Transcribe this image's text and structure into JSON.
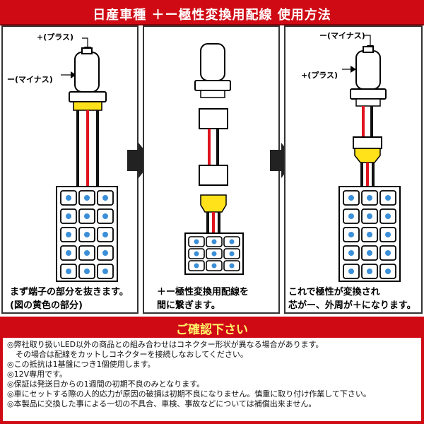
{
  "header": {
    "title": "日産車種 ＋ー極性変換用配線 使用方法",
    "bg_color": "#cf0a14"
  },
  "panels": {
    "p1": {
      "plus_label": "+(プラス)",
      "minus_label": "ー(マイナス)",
      "caption_line1": "まず端子の部分を抜きます。",
      "caption_line2": "(図の黄色の部分)"
    },
    "p2": {
      "caption_line1": "＋ー極性変換用配線を",
      "caption_line2": "間に繋ぎます。"
    },
    "p3": {
      "minus_label": "ー(マイナス)",
      "plus_label": "+(プラス)",
      "caption_line1": "これで極性が変換され",
      "caption_line2": "芯がー、外周が＋になります。"
    }
  },
  "colors": {
    "connector_yellow": "#ffe21a",
    "wire_red": "#e0141e",
    "wire_black": "#111111",
    "led_blue": "#3b8fd8",
    "arrow_fill": "#222222"
  },
  "notice": {
    "title": "ご確認下さい",
    "lines": [
      "◎弊社取り扱いLED以外の商品との組み合わせはコネクター形状が異なる場合があります。",
      "その場合は配線をカットしコネクターを接続しなおしてください。",
      "◎この抵抗は1基盤につき1個使用します。",
      "◎12V専用です。",
      "◎保証は発送日からの1週間の初期不良のみとなります。",
      "◎車にセットする際の人的応力が原因の破損は初期不良になりません。慎重に取り付け作業して下さい。",
      "◎本製品に交換した事による一切の不具合、車検、事故などについては補償出来ません。"
    ]
  }
}
